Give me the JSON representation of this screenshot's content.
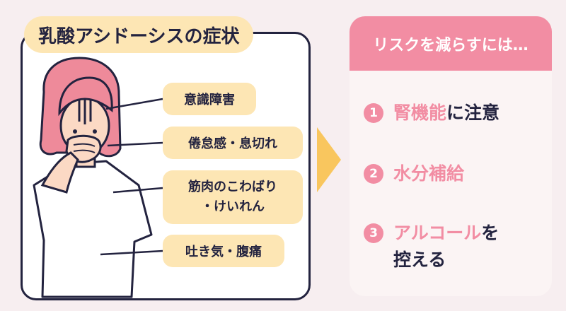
{
  "left_title": "乳酸アシドーシスの症状",
  "symptoms": {
    "s1": "意識障害",
    "s2": "倦怠感・息切れ",
    "s3_line1": "筋肉のこわばり",
    "s3_line2": "・けいれん",
    "s4": "吐き気・腹痛"
  },
  "right_title": "リスクを減らすには…",
  "tips": [
    {
      "num": "1",
      "highlight": "腎機能",
      "rest": "に注意"
    },
    {
      "num": "2",
      "highlight": "水分補給",
      "rest": ""
    },
    {
      "num": "3",
      "highlight": "アルコール",
      "rest": "を",
      "line2": "控える"
    }
  ],
  "colors": {
    "background": "#f7eef0",
    "accent_pink": "#f28da3",
    "label_yellow": "#fde6b4",
    "outline_navy": "#23233f",
    "hair_pink": "#ee8a9a",
    "arrow_yellow": "#f9c65e"
  }
}
